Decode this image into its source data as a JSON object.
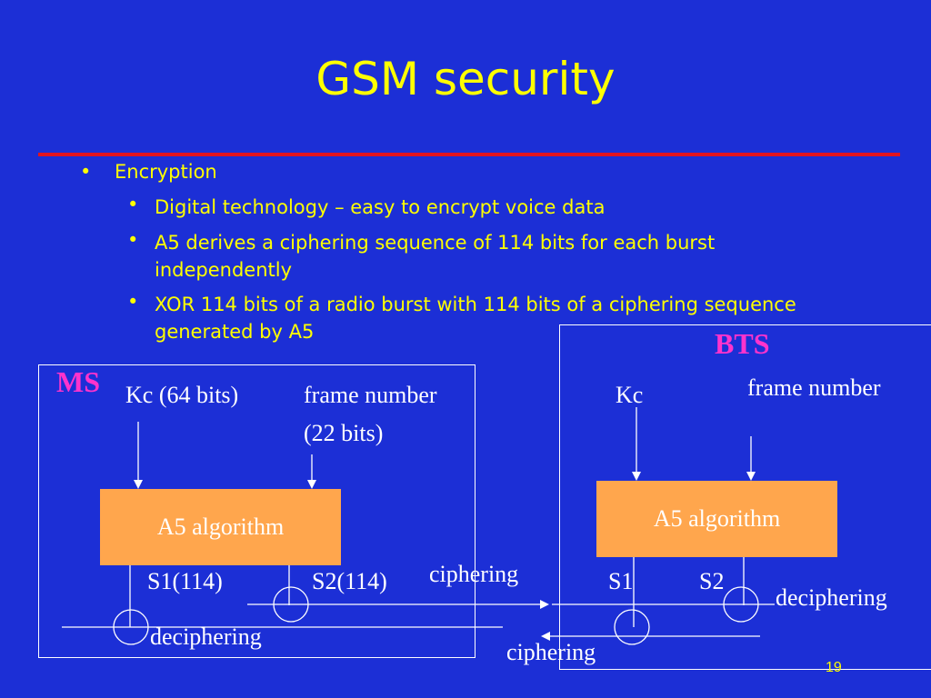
{
  "slide": {
    "title": "GSM security",
    "page_number": "19",
    "bullets": [
      {
        "level": 1,
        "text": "Encryption"
      },
      {
        "level": 2,
        "text": "Digital technology – easy to encrypt voice data"
      },
      {
        "level": 2,
        "text": "A5 derives a ciphering sequence of 114 bits for each burst independently"
      },
      {
        "level": 2,
        "text": "XOR 114 bits of a radio burst with 114 bits of a ciphering sequence generated by A5"
      }
    ]
  },
  "diagram": {
    "ms": {
      "label": "MS",
      "kc": "Kc (64 bits)",
      "frame_number": "frame number",
      "frame_bits": "(22 bits)",
      "algorithm": "A5 algorithm",
      "s1": "S1(114)",
      "s2": "S2(114)",
      "deciphering": "deciphering"
    },
    "bts": {
      "label": "BTS",
      "kc": "Kc",
      "frame_number": "frame number",
      "algorithm": "A5 algorithm",
      "s1": "S1",
      "s2": "S2",
      "deciphering": "deciphering"
    },
    "ciphering_top": "ciphering",
    "ciphering_bottom": "ciphering"
  },
  "colors": {
    "background": "#1c2fd6",
    "title": "#ffff00",
    "rule": "#e2141e",
    "algorithm_box": "#ffa64d",
    "entity_label": "#ff33cc"
  }
}
